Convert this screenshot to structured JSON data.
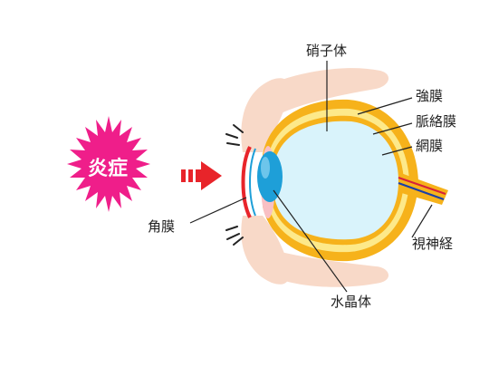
{
  "burst": {
    "label": "炎症",
    "color": "#ef1e8a"
  },
  "labels": {
    "vitreous": "硝子体",
    "sclera": "強膜",
    "choroid": "脈絡膜",
    "retina": "網膜",
    "cornea": "角膜",
    "optic_nerve": "視神経",
    "lens": "水晶体"
  },
  "colors": {
    "arrow": "#e8242a",
    "sclera": "#f6b21b",
    "choroid": "#fde98a",
    "vitreous": "#d9f3fb",
    "lens": "#1e9fd8",
    "skin": "#f8d9c8",
    "nerve_red": "#d6213a",
    "nerve_blue": "#1a3fa8"
  }
}
